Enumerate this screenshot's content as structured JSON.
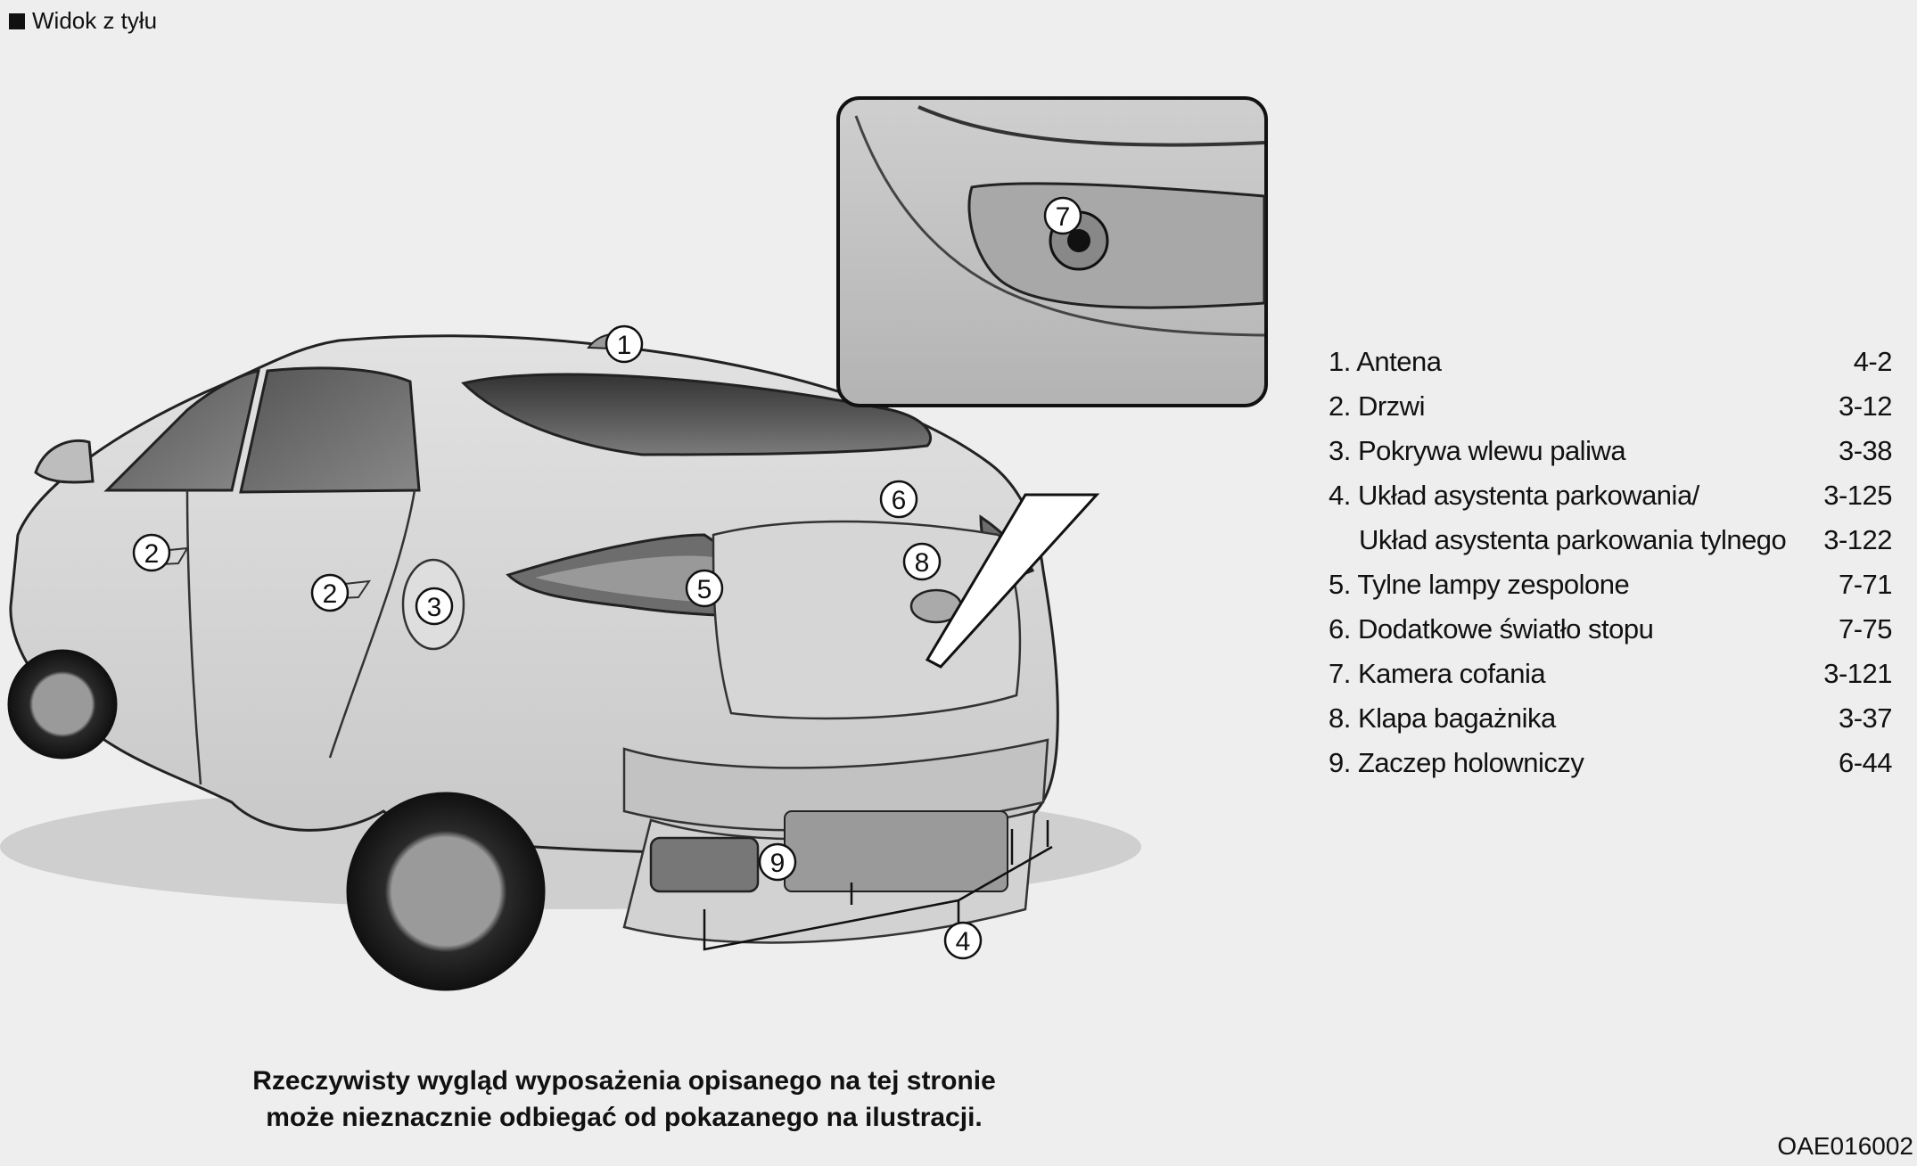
{
  "section_title": "Widok z tyłu",
  "callouts": [
    "1",
    "2",
    "2",
    "3",
    "4",
    "5",
    "6",
    "7",
    "8",
    "9"
  ],
  "legend": [
    {
      "label": "1. Antena",
      "page": "4-2"
    },
    {
      "label": "2. Drzwi",
      "page": "3-12"
    },
    {
      "label": "3. Pokrywa wlewu paliwa",
      "page": "3-38"
    },
    {
      "label": "4. Układ asystenta parkowania/",
      "page": "3-125"
    },
    {
      "label": "Układ asystenta parkowania tylnego",
      "page": "3-122"
    },
    {
      "label": "5. Tylne lampy zespolone",
      "page": "7-71"
    },
    {
      "label": "6. Dodatkowe światło stopu",
      "page": "7-75"
    },
    {
      "label": "7. Kamera cofania",
      "page": "3-121"
    },
    {
      "label": "8. Klapa bagażnika",
      "page": "3-37"
    },
    {
      "label": "9. Zaczep holowniczy",
      "page": "6-44"
    }
  ],
  "note": {
    "line1": "Rzeczywisty wygląd wyposażenia opisanego na tej stronie",
    "line2": "może nieznacznie odbiegać od pokazanego na ilustracji."
  },
  "figure_code": "OAE016002"
}
